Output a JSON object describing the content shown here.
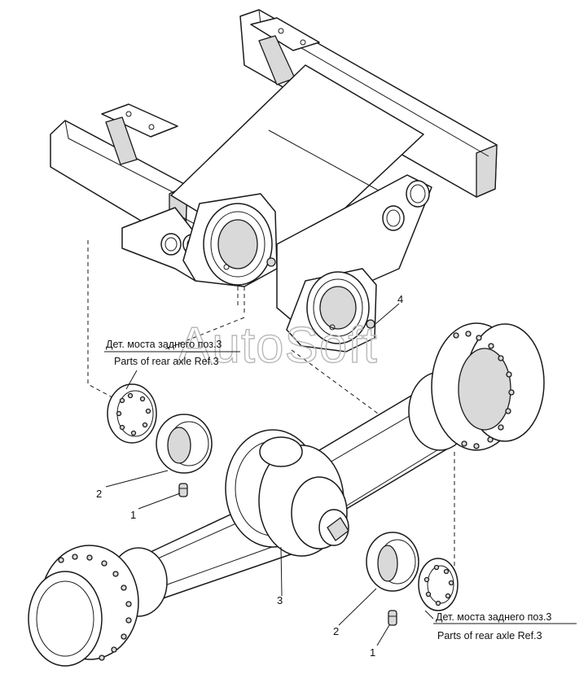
{
  "watermark": "AutoSoft",
  "notes": {
    "upper_ru": "Дет. моста заднего поз.3",
    "upper_en": "Parts of rear axle Ref.3",
    "lower_ru": "Дет. моста заднего поз.3",
    "lower_en": "Parts of rear axle Ref.3"
  },
  "callouts": {
    "left_1": "1",
    "left_2": "2",
    "center_3": "3",
    "bracket_4": "4",
    "right_2": "2",
    "right_1": "1"
  }
}
